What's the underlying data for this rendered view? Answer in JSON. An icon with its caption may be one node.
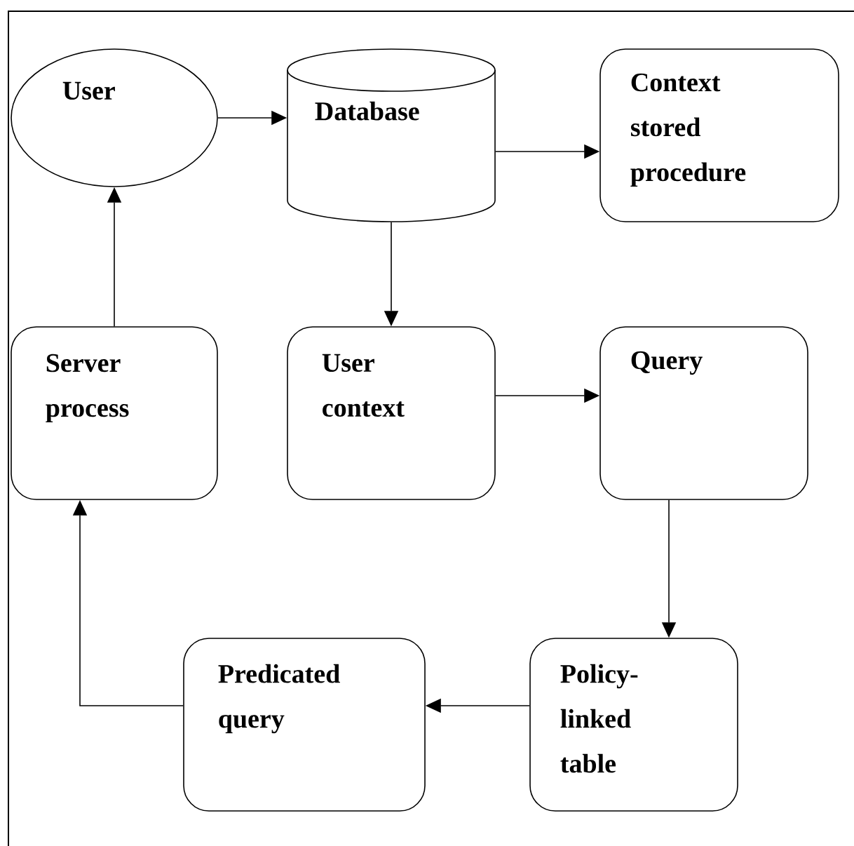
{
  "diagram": {
    "nodes": [
      {
        "text": [
          "User"
        ]
      },
      {
        "text": [
          "Database"
        ]
      },
      {
        "text": [
          "Context stored procedure"
        ]
      },
      {
        "text": [
          "Server process"
        ]
      },
      {
        "text": [
          "User context"
        ]
      },
      {
        "text": [
          "Query"
        ]
      },
      {
        "text": [
          "Policy- linked table"
        ]
      },
      {
        "text": [
          "Predicated query"
        ]
      }
    ],
    "edges": [
      {
        "from": 0,
        "to": 1,
        "arrow": "to"
      },
      {
        "from": 1,
        "to": 2,
        "arrow": "to"
      },
      {
        "from": 1,
        "to": 4,
        "arrow": "to"
      },
      {
        "from": 4,
        "to": 5,
        "arrow": "to"
      },
      {
        "from": 5,
        "to": 6,
        "arrow": "to"
      },
      {
        "from": 6,
        "to": 7,
        "arrow": "to"
      },
      {
        "from": 7,
        "to": 3,
        "arrow": "to"
      },
      {
        "from": 3,
        "to": 0,
        "arrow": "to"
      }
    ]
  }
}
